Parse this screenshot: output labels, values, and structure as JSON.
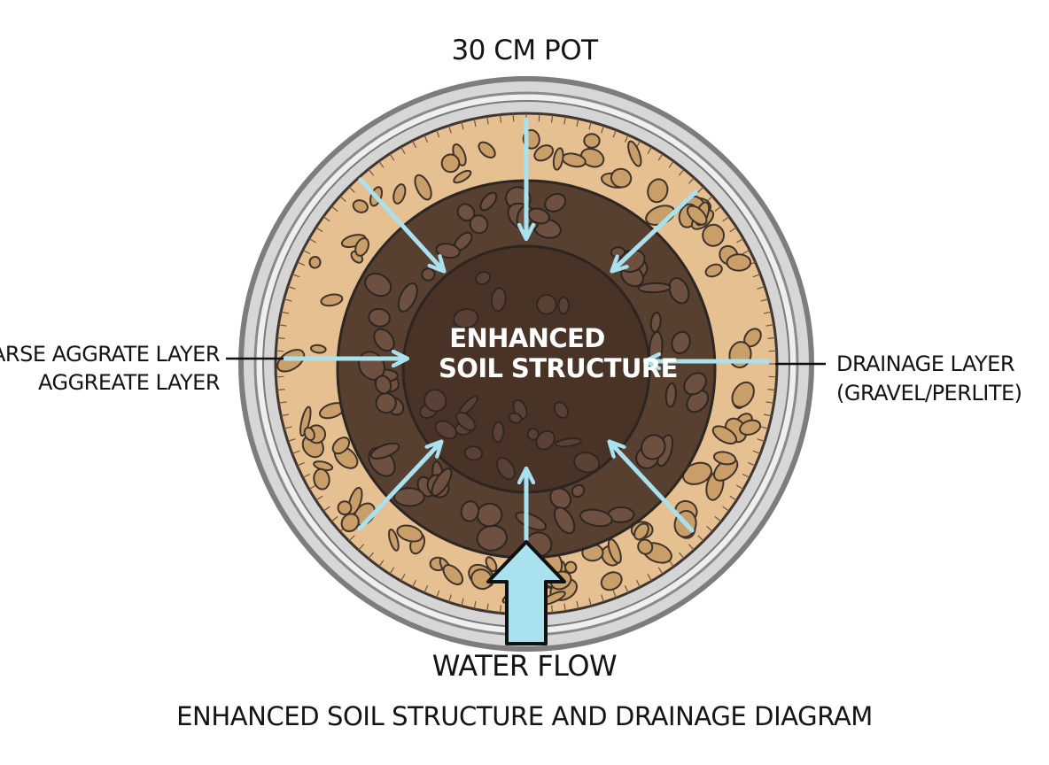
{
  "diagram": {
    "top_label": "30 CM POT",
    "left_label_line1": "COARSE AGGRATE LAYER",
    "left_label_line2": "AGGREATE LAYER",
    "right_label_line1": "DRAINAGE LAYER",
    "right_label_line2": "(GRAVEL/PERLITE)",
    "center_label_line1": "ENHANCED",
    "center_label_line2": "SOIL STRUCTURE",
    "water_label": "WATER FLOW",
    "bottom_title": "ENHANCED SOIL STRUCTURE AND DRAINAGE DIAGRAM"
  },
  "colors": {
    "pot_rim": "#9a9a9a",
    "pot_inner": "#d8d8d8",
    "drainage_layer": "#e8c393",
    "drainage_stones": "#c9a16c",
    "soil_layer": "#5a4030",
    "soil_inner": "#4d3427",
    "soil_clumps": "#735444",
    "arrow": "#a9e1ef",
    "outline": "#2c2722"
  },
  "icons": {
    "inflow": "arrow-icon",
    "water": "water-flow-arrow-icon"
  }
}
